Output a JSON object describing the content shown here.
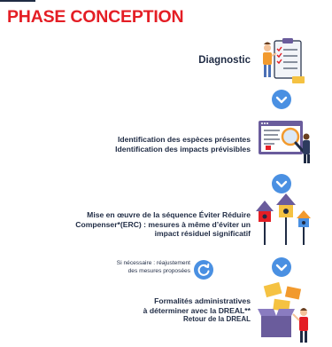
{
  "title": "PHASE CONCEPTION",
  "steps": [
    {
      "lines": [
        "Diagnostic"
      ]
    },
    {
      "lines": [
        "Identification des espèces présentes",
        "Identification des impacts prévisibles"
      ]
    },
    {
      "lines": [
        "Mise en œuvre de la séquence Éviter Réduire",
        "Compenser*(ERC) : mesures à même d’éviter un",
        "impact résiduel significatif"
      ]
    },
    {
      "lines": [
        "Formalités administratives",
        "à déterminer avec la DREAL**",
        "Retour de la DREAL"
      ]
    }
  ],
  "note": {
    "lines": [
      "Si nécessaire : réajustement",
      "des mesures proposées"
    ]
  },
  "icons": {
    "arrow": "arrow-down-circle-icon",
    "cycle": "refresh-cycle-icon",
    "step1": "clipboard-checklist-person-icon",
    "step2": "magnifier-screen-icon",
    "step3": "birdhouses-icon",
    "step4": "boxes-person-icon"
  },
  "colors": {
    "title": "#e41e25",
    "text": "#1f2b44",
    "arrow": "#4a90e2",
    "accent_orange": "#f29a2e",
    "accent_yellow": "#f5c242",
    "accent_purple": "#6a5c9c"
  }
}
